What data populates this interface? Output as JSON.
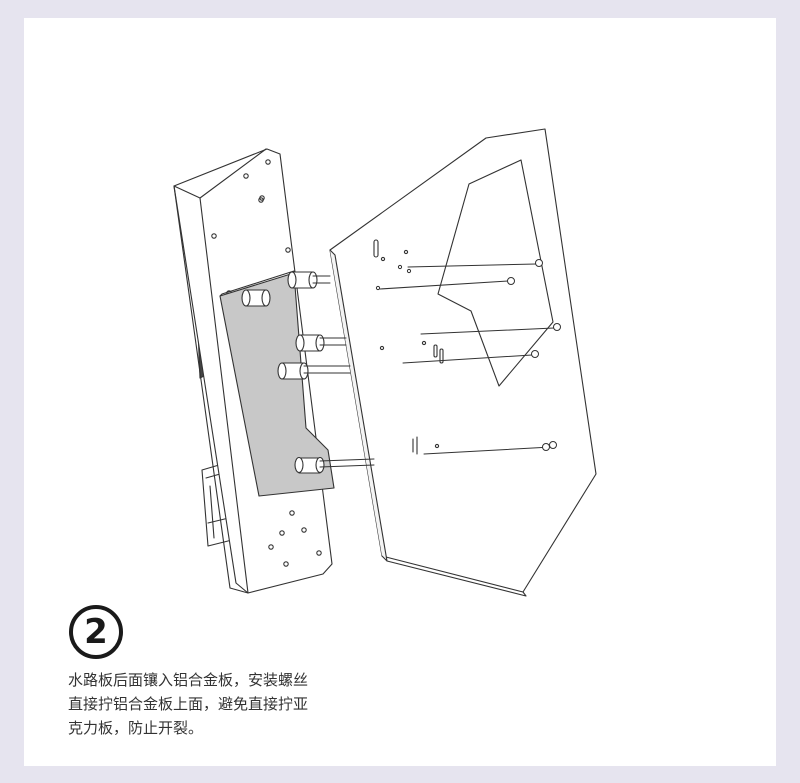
{
  "step": {
    "number": "2"
  },
  "caption": {
    "lines": [
      "水路板后面镶入铝合金板，安装螺丝",
      "直接拧铝合金板上面，避免直接拧亚",
      "克力板，防止开裂。"
    ]
  },
  "colors": {
    "page_background": "#e6e4ef",
    "card_background": "#ffffff",
    "line_art": "#333333",
    "aluminum_plate": "#c8c8c8"
  },
  "icons": {
    "step_badge": "circled-number-icon"
  }
}
